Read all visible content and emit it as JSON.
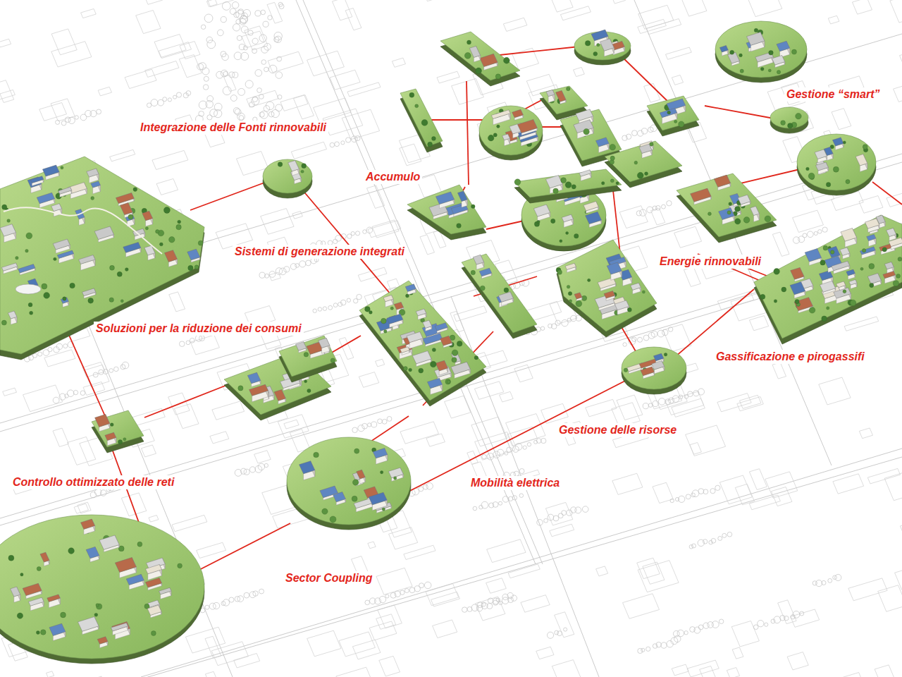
{
  "diagram": {
    "labels": [
      "Gestione “smart”",
      "Integrazione delle Fonti rinnovabili",
      "Accumulo",
      "Sistemi di generazione integrati",
      "Energie rinnovabili",
      "Soluzioni per la riduzione dei consumi",
      "Gassificazione e pirogassifi",
      "Gestione delle risorse",
      "Controllo ottimizzato delle reti",
      "Mobilità elettrica",
      "Sector Coupling"
    ]
  }
}
